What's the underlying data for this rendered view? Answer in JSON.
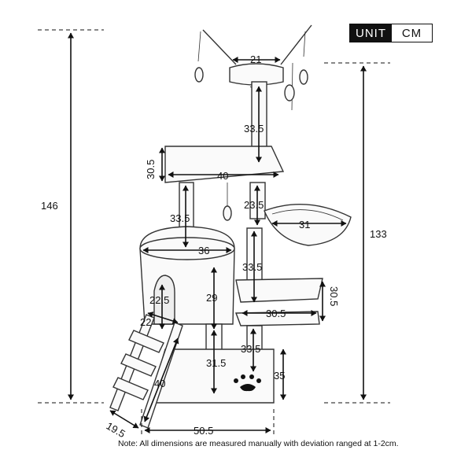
{
  "unit": {
    "left": "UNIT",
    "right": "CM"
  },
  "note": "Note: All dimensions are measured manually with deviation ranged at 1-2cm.",
  "dimensions": {
    "total_height": "146",
    "height_to_platform": "133",
    "top_perch_width": "21",
    "top_post": "33.5",
    "upper_platform_thickness": "30.5",
    "upper_platform_width": "40",
    "condo_post": "33.5",
    "right_post_upper": "23.5",
    "hammock_width": "31",
    "condo_width": "36",
    "right_post_middle": "33.5",
    "condo_door": "22.5",
    "condo_height": "29",
    "step_depth": "30.5",
    "step_width": "30.5",
    "ladder_top": "22",
    "right_post_lower": "33.5",
    "base_post": "31.5",
    "base_height": "35",
    "ladder_length": "40",
    "ladder_base": "19.5",
    "base_width": "50.5"
  }
}
